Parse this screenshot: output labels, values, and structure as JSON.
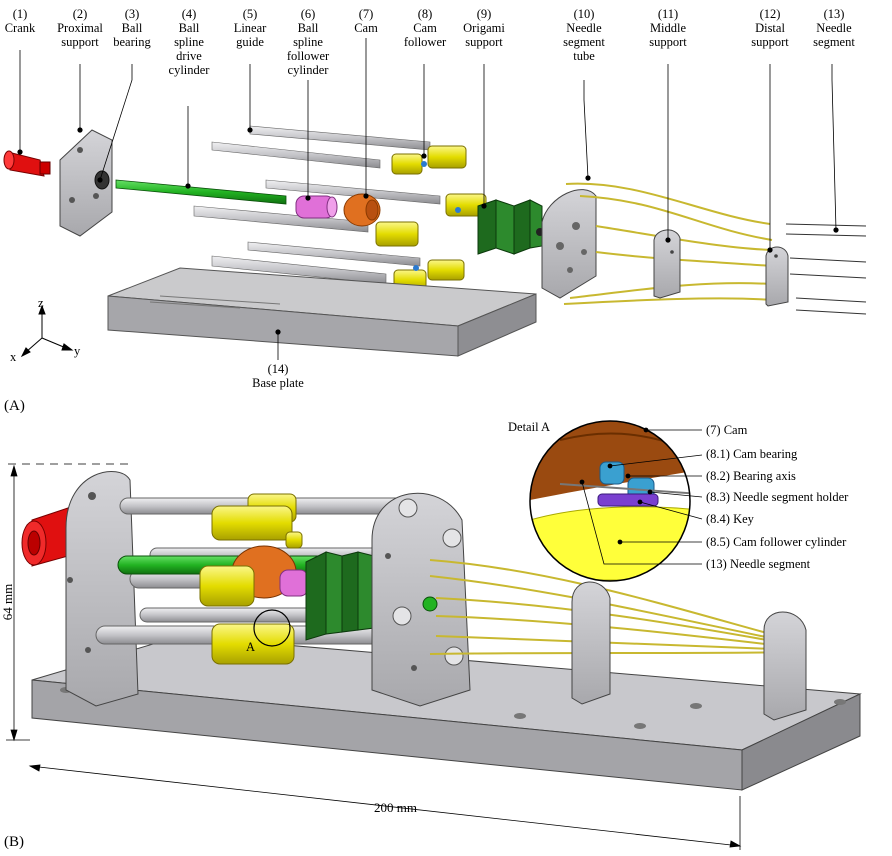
{
  "panel_a": {
    "tag": "(A)",
    "labels": [
      {
        "num": "(1)",
        "lines": [
          "Crank"
        ]
      },
      {
        "num": "(2)",
        "lines": [
          "Proximal",
          "support"
        ]
      },
      {
        "num": "(3)",
        "lines": [
          "Ball",
          "bearing"
        ]
      },
      {
        "num": "(4)",
        "lines": [
          "Ball",
          "spline",
          "drive",
          "cylinder"
        ]
      },
      {
        "num": "(5)",
        "lines": [
          "Linear",
          "guide"
        ]
      },
      {
        "num": "(6)",
        "lines": [
          "Ball",
          "spline",
          "follower",
          "cylinder"
        ]
      },
      {
        "num": "(7)",
        "lines": [
          "Cam"
        ]
      },
      {
        "num": "(8)",
        "lines": [
          "Cam",
          "follower"
        ]
      },
      {
        "num": "(9)",
        "lines": [
          "Origami",
          "support"
        ]
      },
      {
        "num": "(10)",
        "lines": [
          "Needle",
          "segment",
          "tube"
        ]
      },
      {
        "num": "(11)",
        "lines": [
          "Middle",
          "support"
        ]
      },
      {
        "num": "(12)",
        "lines": [
          "Distal",
          "support"
        ]
      },
      {
        "num": "(13)",
        "lines": [
          "Needle",
          "segment"
        ]
      }
    ],
    "base_plate": {
      "num": "(14)",
      "text": "Base plate"
    },
    "axes": {
      "z": "z",
      "x": "x",
      "y": "y"
    }
  },
  "panel_b": {
    "tag": "(B)",
    "detail_title": "Detail A",
    "detail_marker": "A",
    "detail_labels": [
      "(7) Cam",
      "(8.1) Cam bearing",
      "(8.2) Bearing axis",
      "(8.3) Needle segment holder",
      "(8.4) Key",
      "(8.5) Cam follower cylinder",
      "(13) Needle segment"
    ],
    "height_dim": "64 mm",
    "width_dim": "200 mm"
  },
  "colors": {
    "crank": "#e01010",
    "plate": "#b8b8bc",
    "rod": "#d0d0d4",
    "green": "#22b322",
    "yellow": "#e8e000",
    "orange": "#e07020",
    "pink": "#e070d8",
    "origami": "#1e6a1e",
    "needle": "#c8b830",
    "cam_detail": "#9a4a10"
  }
}
